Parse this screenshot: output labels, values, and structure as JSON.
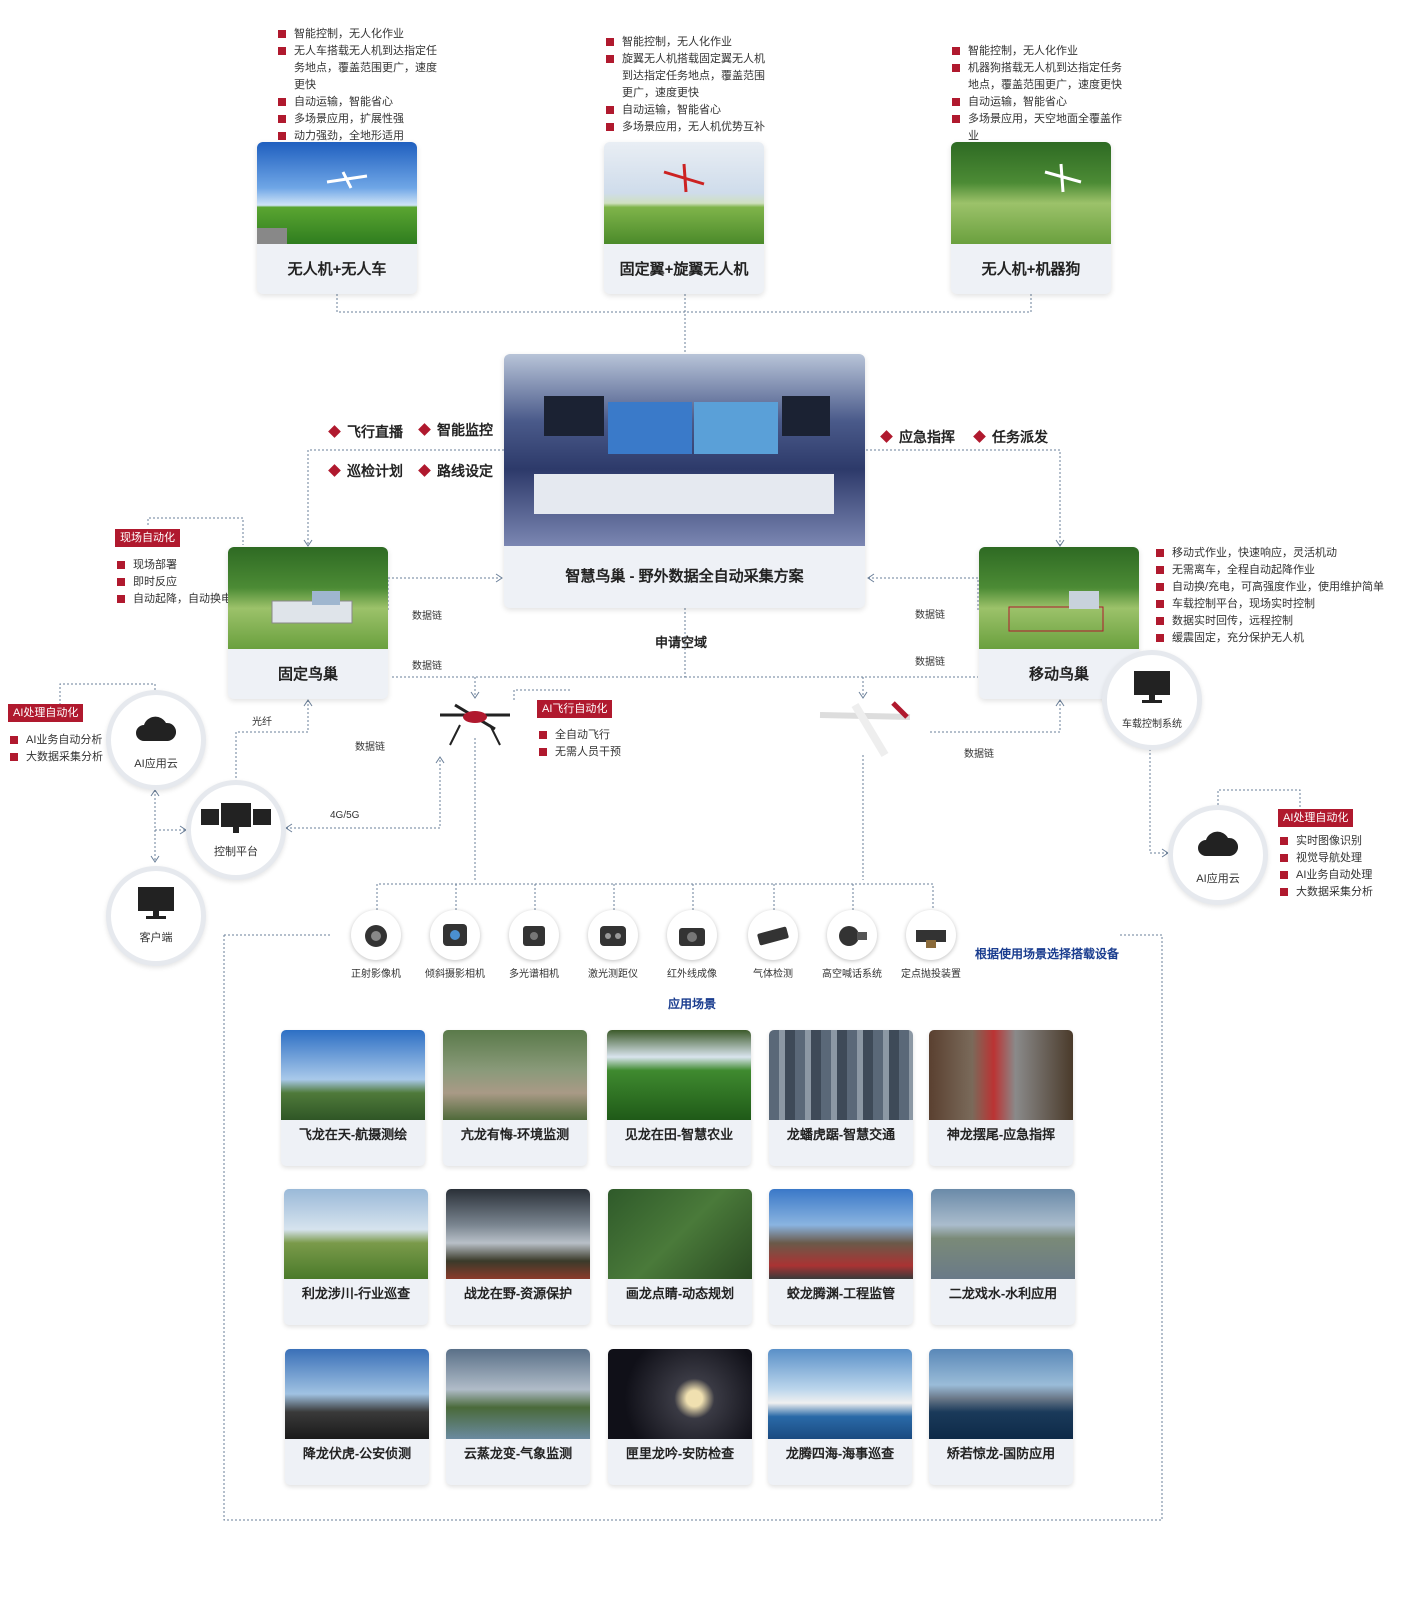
{
  "top_cards": [
    {
      "title": "无人机+无人车",
      "features": [
        "智能控制，无人化作业",
        "无人车搭载无人机到达指定任务地点，覆盖范围更广，速度更快",
        "自动运输，智能省心",
        "多场景应用，扩展性强",
        "动力强劲，全地形适用"
      ]
    },
    {
      "title": "固定翼+旋翼无人机",
      "features": [
        "智能控制，无人化作业",
        "旋翼无人机搭载固定翼无人机到达指定任务地点，覆盖范围更广，速度更快",
        "自动运输，智能省心",
        "多场景应用，无人机优势互补"
      ]
    },
    {
      "title": "无人机+机器狗",
      "features": [
        "智能控制，无人化作业",
        "机器狗搭载无人机到达指定任务地点，覆盖范围更广，速度更快",
        "自动运输，智能省心",
        "多场景应用，天空地面全覆盖作业"
      ]
    }
  ],
  "center": {
    "title": "智慧鸟巢 - 野外数据全自动采集方案",
    "airspace": "申请空域"
  },
  "functions_left": [
    "飞行直播",
    "智能监控",
    "巡检计划",
    "路线设定"
  ],
  "functions_right": [
    "应急指挥",
    "任务派发"
  ],
  "fixed_nest": {
    "title": "固定鸟巢",
    "tag": "现场自动化",
    "features": [
      "现场部署",
      "即时反应",
      "自动起降，自动换电"
    ]
  },
  "mobile_nest": {
    "title": "移动鸟巢",
    "features": [
      "移动式作业，快速响应，灵活机动",
      "无需离车，全程自动起降作业",
      "自动换/充电，可高强度作业，使用维护简单",
      "车载控制平台，现场实时控制",
      "数据实时回传，远程控制",
      "缓震固定，充分保护无人机"
    ]
  },
  "ai_left": {
    "tag": "AI处理自动化",
    "features": [
      "AI业务自动分析",
      "大数据采集分析"
    ],
    "cloud": "AI应用云"
  },
  "ai_flight": {
    "tag": "AI飞行自动化",
    "features": [
      "全自动飞行",
      "无需人员干预"
    ]
  },
  "ai_right": {
    "tag": "AI处理自动化",
    "features": [
      "实时图像识别",
      "视觉导航处理",
      "AI业务自动处理",
      "大数据采集分析"
    ],
    "cloud": "AI应用云"
  },
  "nodes": {
    "control_platform": "控制平台",
    "client": "客户端",
    "vehicle_control": "车载控制系统"
  },
  "link_labels": {
    "data_chain": "数据链",
    "fiber": "光纤",
    "net": "4G/5G"
  },
  "devices_hint": "根据使用场景选择搭载设备",
  "devices": [
    "正射影像机",
    "倾斜摄影相机",
    "多光谱相机",
    "激光测距仪",
    "红外线成像",
    "气体检测",
    "高空喊话系统",
    "定点抛投装置"
  ],
  "scenes_title": "应用场景",
  "scenes": [
    "飞龙在天-航摄测绘",
    "亢龙有悔-环境监测",
    "见龙在田-智慧农业",
    "龙蟠虎踞-智慧交通",
    "神龙摆尾-应急指挥",
    "利龙涉川-行业巡查",
    "战龙在野-资源保护",
    "画龙点睛-动态规划",
    "蛟龙腾渊-工程监管",
    "二龙戏水-水利应用",
    "降龙伏虎-公安侦测",
    "云蒸龙变-气象监测",
    "匣里龙吟-安防检查",
    "龙腾四海-海事巡查",
    "矫若惊龙-国防应用"
  ],
  "colors": {
    "accent": "#b0192e",
    "title_blue": "#1a3d8f",
    "line": "#6a7f99"
  }
}
